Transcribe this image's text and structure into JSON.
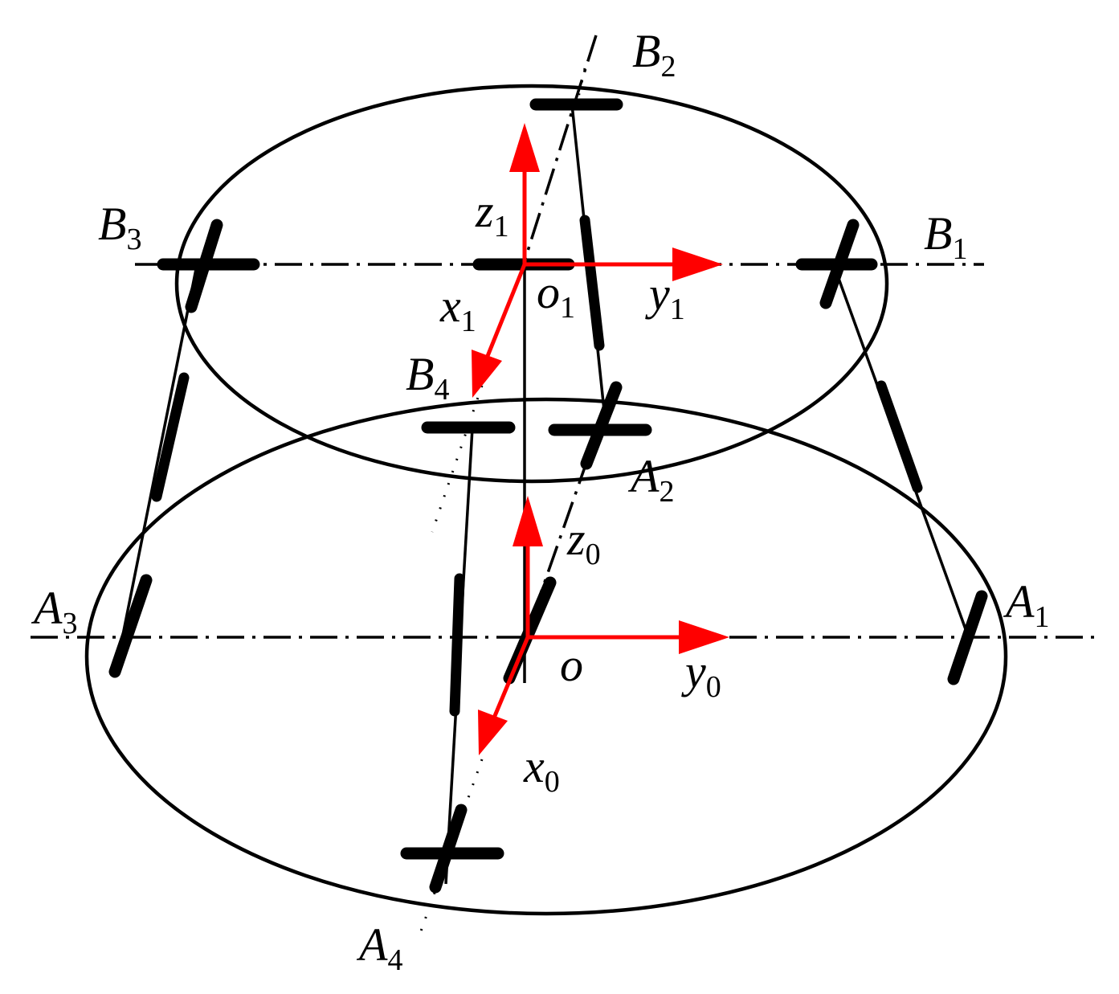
{
  "labels": {
    "B1": {
      "main": "B",
      "sub": "1"
    },
    "B2": {
      "main": "B",
      "sub": "2"
    },
    "B3": {
      "main": "B",
      "sub": "3"
    },
    "B4": {
      "main": "B",
      "sub": "4"
    },
    "A1": {
      "main": "A",
      "sub": "1"
    },
    "A2": {
      "main": "A",
      "sub": "2"
    },
    "A3": {
      "main": "A",
      "sub": "3"
    },
    "A4": {
      "main": "A",
      "sub": "4"
    },
    "x1": {
      "main": "x",
      "sub": "1"
    },
    "y1": {
      "main": "y",
      "sub": "1"
    },
    "z1": {
      "main": "z",
      "sub": "1"
    },
    "o1": {
      "main": "o",
      "sub": "1"
    },
    "x0": {
      "main": "x",
      "sub": "0"
    },
    "y0": {
      "main": "y",
      "sub": "0"
    },
    "z0": {
      "main": "z",
      "sub": "0"
    },
    "o": {
      "main": "o"
    }
  },
  "colors": {
    "axes": "#ff0000",
    "structure": "#000000",
    "background": "#ffffff"
  }
}
